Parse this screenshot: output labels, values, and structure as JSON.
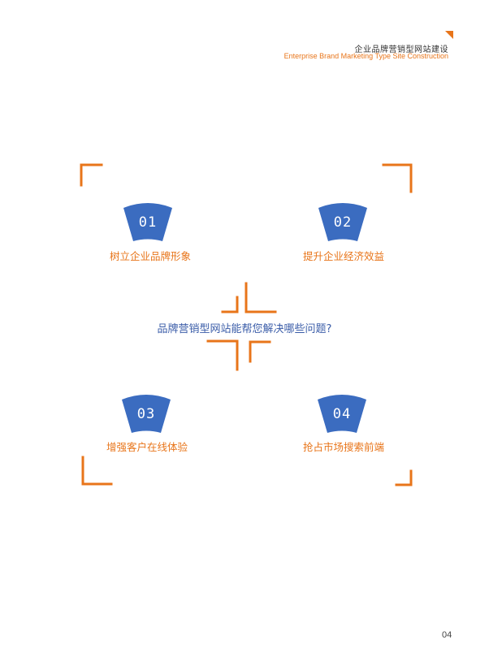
{
  "header": {
    "title": "企业品牌营销型网站建设",
    "subtitle": "Enterprise Brand Marketing Type Site Construction"
  },
  "center_question": "品牌营销型网站能帮您解决哪些问题?",
  "features": [
    {
      "number": "01",
      "label": "树立企业品牌形象"
    },
    {
      "number": "02",
      "label": "提升企业经济效益"
    },
    {
      "number": "03",
      "label": "增强客户在线体验"
    },
    {
      "number": "04",
      "label": "抢占市场搜索前端"
    }
  ],
  "page_number": "04",
  "colors": {
    "accent_orange": "#e8751a",
    "badge_blue": "#3b6cc0",
    "question_blue": "#3a5ca8"
  }
}
